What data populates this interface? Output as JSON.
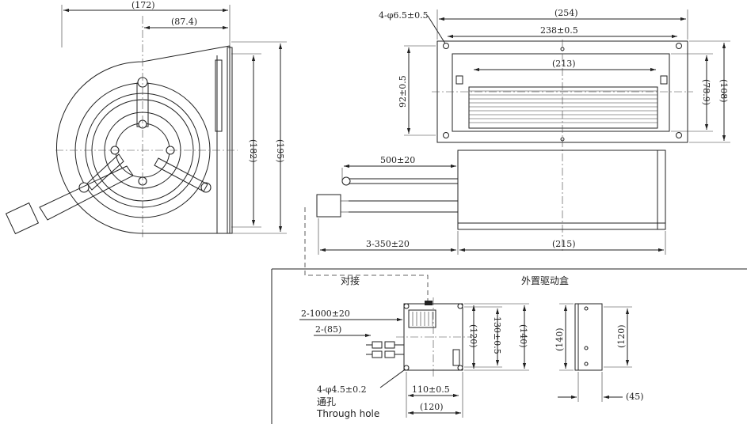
{
  "dims": {
    "d172": "(172)",
    "d87_4": "(87.4)",
    "d182": "(182)",
    "d195": "(195)",
    "hole4": "4-φ6.5±0.5",
    "d254": "(254)",
    "d238": "238±0.5",
    "d213": "(213)",
    "d92": "92±0.5",
    "d78_9": "(78.9)",
    "d108": "(108)",
    "d500": "500±20",
    "d3_350": "3-350±20",
    "d215": "(215)",
    "d2_1000": "2-1000±20",
    "d2_85": "2-(85)",
    "d120a": "(120)",
    "d130": "130±0.5",
    "d140a": "(140)",
    "d140b": "(140)",
    "d120b": "(120)",
    "hole4b": "4-φ4.5±0.2",
    "d110": "110±0.5",
    "d120c": "(120)",
    "d45": "(45)"
  },
  "labels": {
    "connect": "对接",
    "external_box": "外置驱动盒",
    "through_hole_cn": "通孔",
    "through_hole_en": "Through hole"
  }
}
